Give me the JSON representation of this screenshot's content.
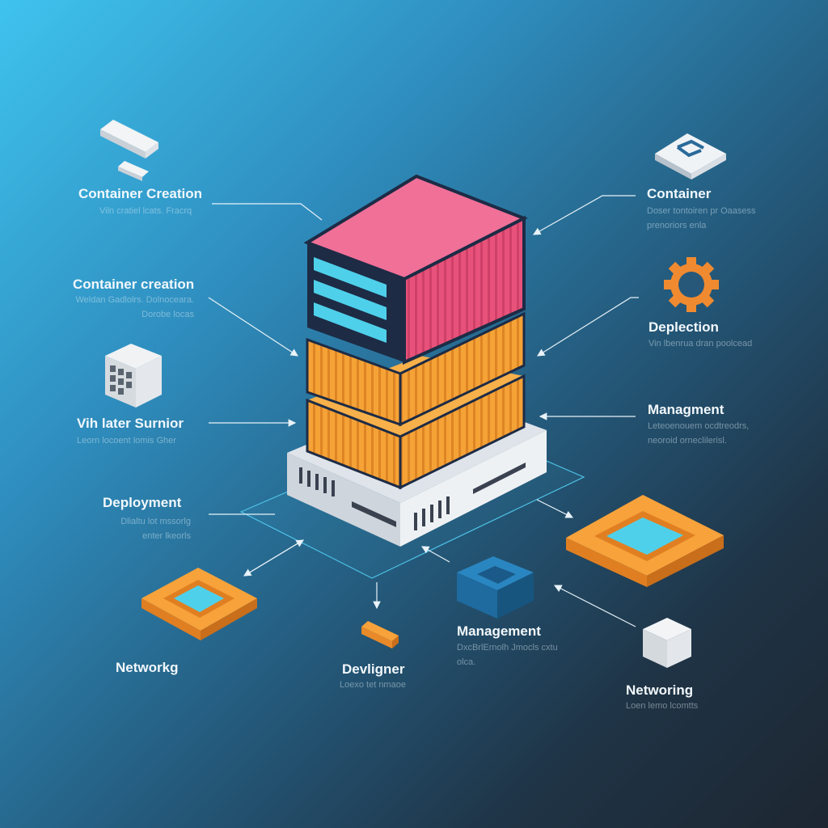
{
  "labels": [
    {
      "title": "Container Creation",
      "desc": "Viln cratiel lcats. Fracrq"
    },
    {
      "title": "Container creation",
      "desc": "Weldan Gadlolrs. Dolnoceara. Dorobe locas"
    },
    {
      "title": "Vih later Surnior",
      "desc": "Leorn locoent lomis Gher"
    },
    {
      "title": "Deployment",
      "desc": "Dlialtu lot mssorlg enter lkeorls"
    },
    {
      "title": "Networkg",
      "desc": ""
    },
    {
      "title": "Devligner",
      "desc": "Loexo tet nmaoe"
    },
    {
      "title": "Management",
      "desc": "DxcBrlErnolh Jmocls cxtu olca."
    },
    {
      "title": "Networing",
      "desc": "Loen lemo lcomtts"
    },
    {
      "title": "Container",
      "desc": "Doser tontoiren pr Oaasess prenoriors enla"
    },
    {
      "title": "Deplection",
      "desc": "Vin lbenrua dran poolcead"
    },
    {
      "title": "Managment",
      "desc": "Leteoenouem ocdtreodrs, neoroid orneclilerisl."
    }
  ],
  "colors": {
    "pink": "#e8527a",
    "orange": "#f59a32",
    "navy": "#1d2b45",
    "cyan": "#4fd0ea",
    "white": "#e8ecf0"
  }
}
